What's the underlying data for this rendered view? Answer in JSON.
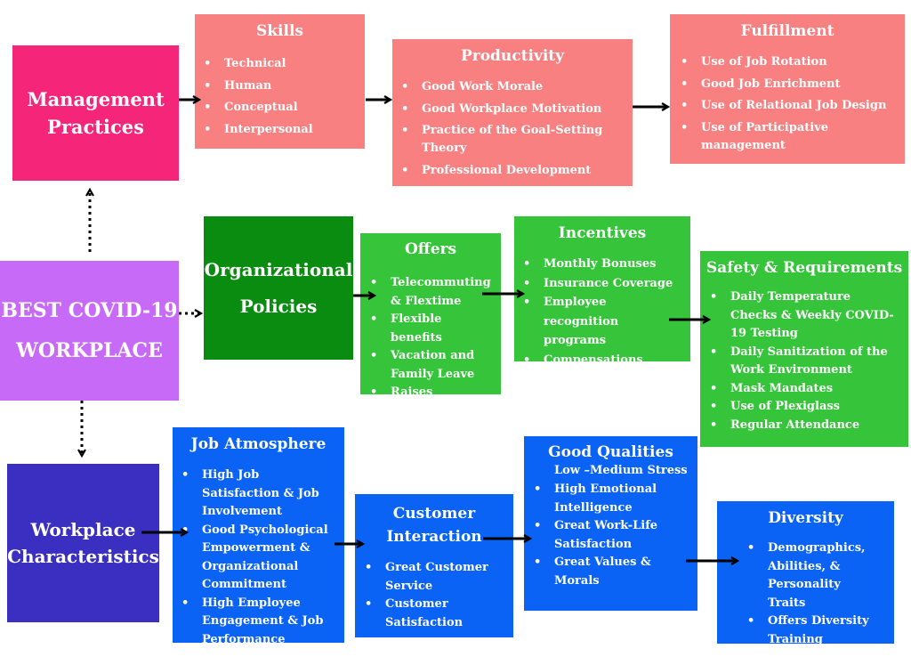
{
  "colors": {
    "magenta": "#F5267A",
    "salmon": "#F98081",
    "violet": "#C66AF7",
    "dark_green": "#0A8C10",
    "light_green": "#36C53A",
    "indigo": "#3B2FC1",
    "blue": "#0B63F5",
    "arrow": "#000000"
  },
  "root": {
    "line1": "BEST COVID-19",
    "line2": "WORKPLACE"
  },
  "management": {
    "line1": "Management",
    "line2": "Practices",
    "skills": {
      "title": "Skills",
      "items": [
        "Technical",
        "Human",
        "Conceptual",
        "Interpersonal"
      ]
    },
    "productivity": {
      "title": "Productivity",
      "items": [
        "Good Work Morale",
        "Good Workplace Motivation",
        "Practice of the Goal-Setting Theory",
        "Professional Development"
      ]
    },
    "fulfillment": {
      "title": "Fulfillment",
      "items": [
        "Use of Job Rotation",
        "Good Job Enrichment",
        "Use of Relational Job Design",
        "Use of Participative management"
      ]
    }
  },
  "policies": {
    "line1": "Organizational",
    "line2": "Policies",
    "offers": {
      "title": "Offers",
      "items": [
        "Telecommuting & Flextime",
        "Flexible benefits",
        "Vacation and Family Leave",
        "Raises"
      ]
    },
    "incentives": {
      "title": "Incentives",
      "items": [
        "Monthly Bonuses",
        " Insurance Coverage",
        "Employee recognition programs",
        "Compensations"
      ]
    },
    "safety": {
      "title": "Safety & Requirements",
      "items": [
        "Daily Temperature Checks & Weekly COVID-19 Testing",
        "Daily Sanitization of the Work Environment",
        "Mask Mandates",
        "Use of Plexiglass",
        "Regular Attendance"
      ]
    }
  },
  "characteristics": {
    "line1": "Workplace",
    "line2": "Characteristics",
    "job_atmosphere": {
      "title": "Job Atmosphere",
      "items": [
        "High Job Satisfaction & Job Involvement",
        "Good Psychological Empowerment & Organizational Commitment",
        "High Employee Engagement & Job Performance"
      ]
    },
    "customer": {
      "title_line1": "Customer",
      "title_line2": "Interaction",
      "items": [
        "Great Customer Service",
        "Customer Satisfaction"
      ]
    },
    "good_qualities": {
      "title": "Good Qualities",
      "subtitle": "Low –Medium Stress",
      "items": [
        "High Emotional Intelligence",
        "Great Work-Life Satisfaction",
        "Great Values & Morals"
      ]
    },
    "diversity": {
      "title": "Diversity",
      "items": [
        "Demographics, Abilities, & Personality Traits",
        " Offers Diversity Training"
      ]
    }
  }
}
